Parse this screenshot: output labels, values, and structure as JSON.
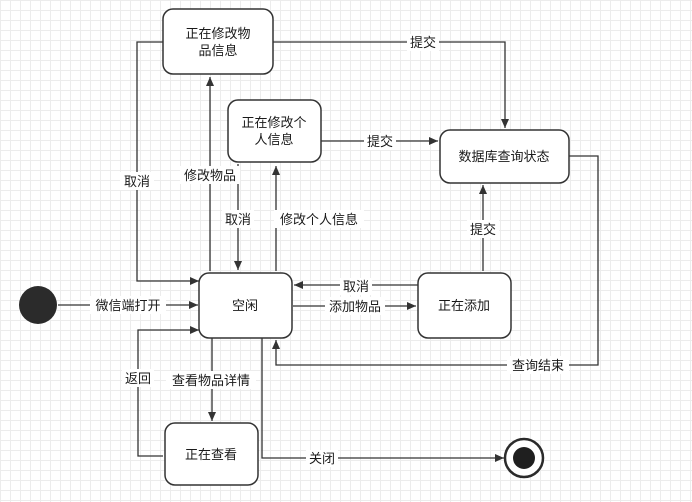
{
  "states": {
    "idle": "空闲",
    "modify_item": [
      "正在修改物",
      "品信息"
    ],
    "modify_personal": [
      "正在修改个",
      "人信息"
    ],
    "db_query": "数据库查询状态",
    "adding": "正在添加",
    "viewing": "正在查看"
  },
  "transitions": {
    "wechat_open": "微信端打开",
    "submit_item": "提交",
    "submit_personal": "提交",
    "submit_add": "提交",
    "cancel_item": "取消",
    "cancel_personal": "取消",
    "cancel_add": "取消",
    "modify_item": "修改物品",
    "modify_personal": "修改个人信息",
    "add_item": "添加物品",
    "query_done": "查询结束",
    "view_details": "查看物品详情",
    "back": "返回",
    "close": "关闭"
  }
}
